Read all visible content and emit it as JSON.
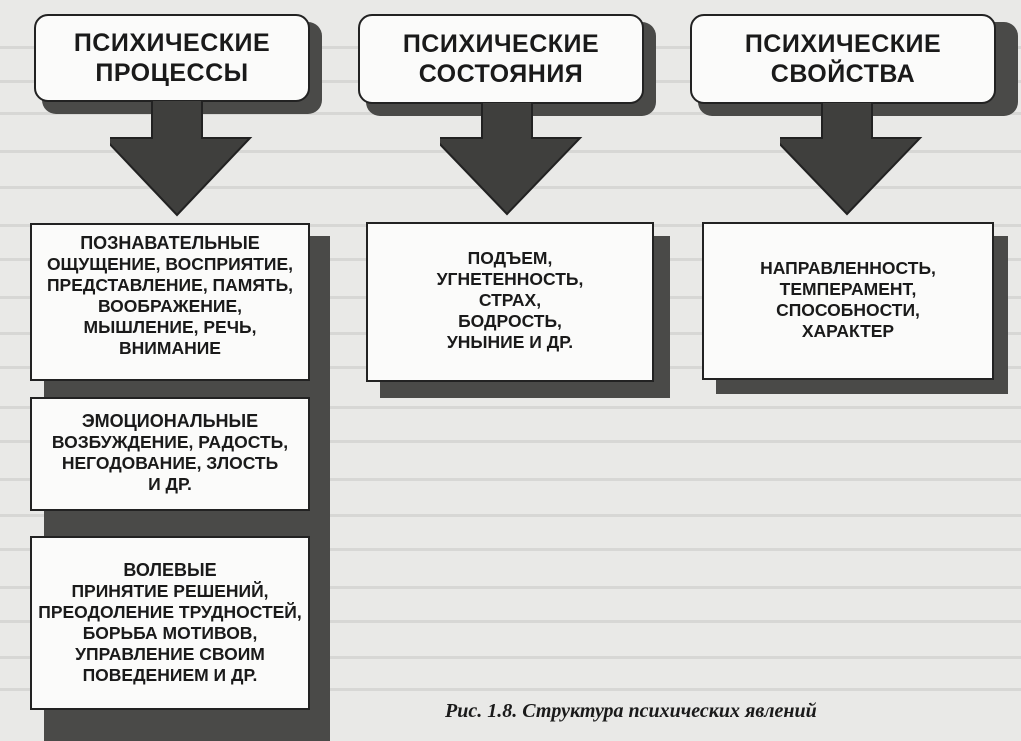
{
  "columns": [
    {
      "header": [
        "ПСИХИЧЕСКИЕ",
        "ПРОЦЕССЫ"
      ],
      "groups": [
        {
          "title": "ПОЗНАВАТЕЛЬНЫЕ",
          "lines": [
            "ОЩУЩЕНИЕ, ВОСПРИЯТИЕ,",
            "ПРЕДСТАВЛЕНИЕ, ПАМЯТЬ,",
            "ВООБРАЖЕНИЕ,",
            "МЫШЛЕНИЕ, РЕЧЬ,",
            "ВНИМАНИЕ"
          ]
        },
        {
          "title": "ЭМОЦИОНАЛЬНЫЕ",
          "lines": [
            "ВОЗБУЖДЕНИЕ, РАДОСТЬ,",
            "НЕГОДОВАНИЕ, ЗЛОСТЬ",
            "И ДР."
          ]
        },
        {
          "title": "ВОЛЕВЫЕ",
          "lines": [
            "ПРИНЯТИЕ РЕШЕНИЙ,",
            "ПРЕОДОЛЕНИЕ ТРУДНОСТЕЙ,",
            "БОРЬБА МОТИВОВ,",
            "УПРАВЛЕНИЕ СВОИМ",
            "ПОВЕДЕНИЕМ И ДР."
          ]
        }
      ]
    },
    {
      "header": [
        "ПСИХИЧЕСКИЕ",
        "СОСТОЯНИЯ"
      ],
      "lines": [
        "ПОДЪЕМ,",
        "УГНЕТЕННОСТЬ,",
        "СТРАХ,",
        "БОДРОСТЬ,",
        "УНЫНИЕ И ДР."
      ]
    },
    {
      "header": [
        "ПСИХИЧЕСКИЕ",
        "СВОЙСТВА"
      ],
      "lines": [
        "НАПРАВЛЕННОСТЬ,",
        "ТЕМПЕРАМЕНТ,",
        "СПОСОБНОСТИ,",
        "ХАРАКТЕР"
      ]
    }
  ],
  "caption": {
    "number": "Рис. 1.8.",
    "text": "Структура психических явлений"
  }
}
